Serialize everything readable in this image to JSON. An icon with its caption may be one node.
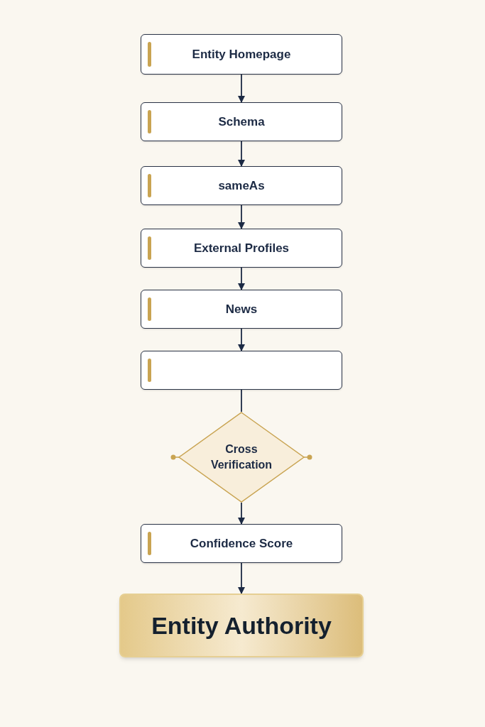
{
  "diagram": {
    "nodes": [
      {
        "text": [
          "Entity Homepage"
        ]
      },
      {
        "text": [
          "Schema"
        ]
      },
      {
        "text": [
          "sameAs"
        ]
      },
      {
        "text": [
          "External Profiles"
        ]
      },
      {
        "text": [
          "News"
        ]
      },
      {
        "text": [],
        "shape": "box"
      },
      {
        "text": [
          "Cross Verification"
        ]
      },
      {
        "text": [
          "Confidence Score"
        ]
      },
      {
        "text": [
          "Entity Authority"
        ]
      }
    ],
    "edges": [
      {
        "from": 0,
        "to": 1,
        "arrow": "to"
      },
      {
        "from": 1,
        "to": 2,
        "arrow": "to"
      },
      {
        "from": 2,
        "to": 3,
        "arrow": "to"
      },
      {
        "from": 3,
        "to": 4,
        "arrow": "to"
      },
      {
        "from": 4,
        "to": 5,
        "arrow": "to"
      },
      {
        "from": 5,
        "to": 6,
        "arrow": "none"
      },
      {
        "from": 6,
        "to": 7,
        "arrow": "to"
      },
      {
        "from": 7,
        "to": 8,
        "arrow": "to"
      }
    ]
  }
}
